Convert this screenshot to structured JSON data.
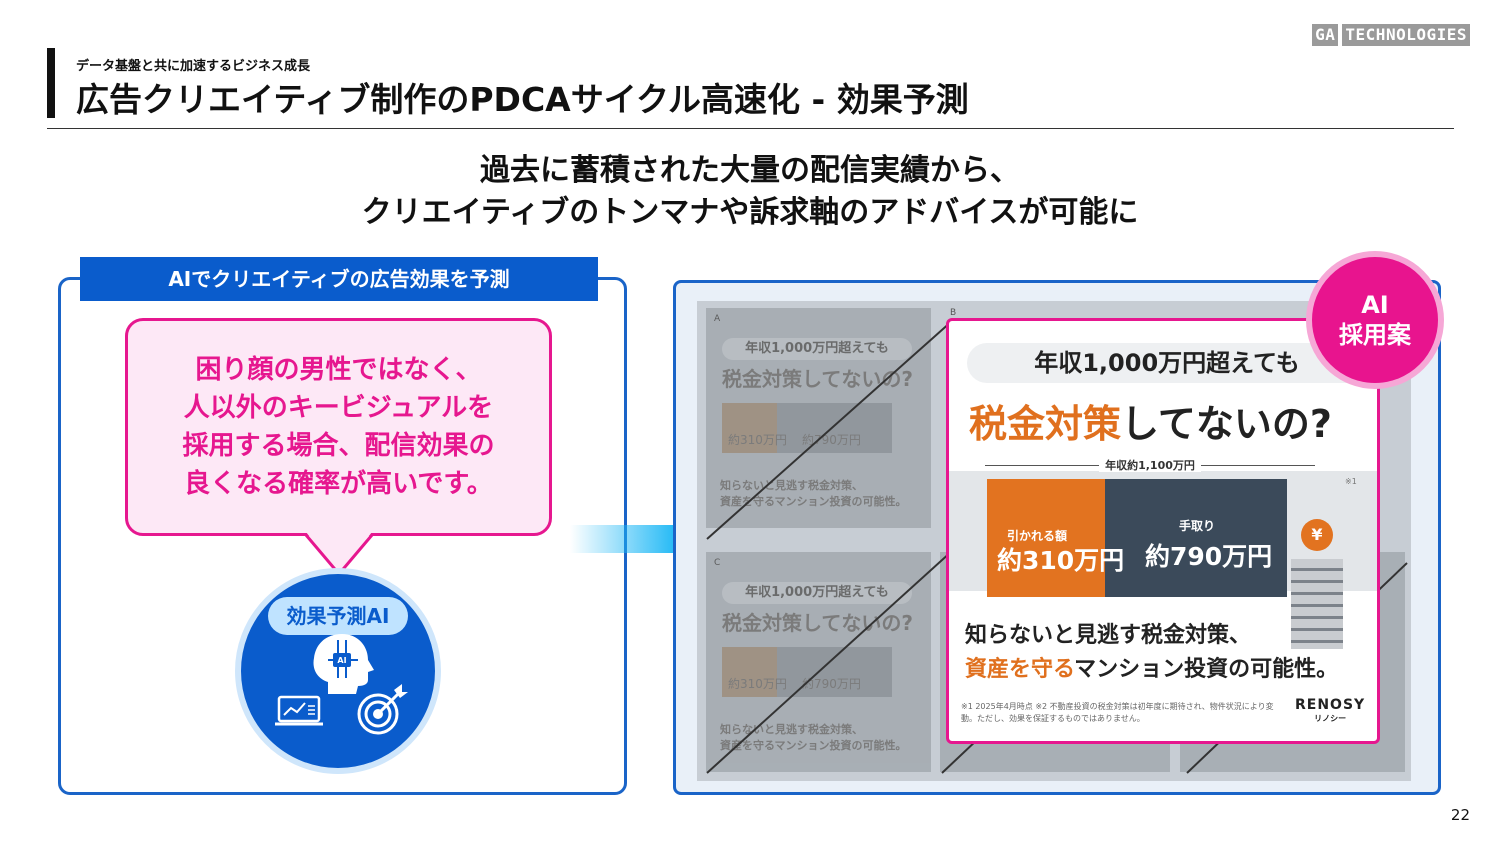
{
  "logo": {
    "part1": "GA",
    "part2": "TECHNOLOGIES"
  },
  "header": {
    "subtitle": "データ基盤と共に加速するビジネス成長",
    "title": "広告クリエイティブ制作のPDCAサイクル高速化 - 効果予測"
  },
  "headline": {
    "line1": "過去に蓄積された大量の配信実績から、",
    "line2": "クリエイティブのトンマナや訴求軸のアドバイスが可能に"
  },
  "left_panel": {
    "tag": "AIでクリエイティブの広告効果を予測",
    "bubble_text": "困り顔の男性ではなく、\n人以外のキービジュアルを\n採用する場合、配信効果の\n良くなる確率が高いです。",
    "ai_label": "効果予測AI",
    "ai_chip": "AI"
  },
  "right_panel": {
    "badge": "AI\n採用案",
    "mini_creatives": [
      {
        "letter": "A",
        "head": "年収1,000万円超えても",
        "big": "税金対策してないの?",
        "v1": "約310万円",
        "v2": "約790万円",
        "foot": "知らないと見逃す税金対策、\n資産を守るマンション投資の可能性。"
      },
      {
        "letter": "C",
        "head": "年収1,000万円超えても",
        "big": "税金対策してないの?",
        "v1": "約310万円",
        "v2": "約790万円",
        "foot": "知らないと見逃す税金対策、\n資産を守るマンション投資の可能性。"
      }
    ],
    "featured": {
      "letter": "B",
      "head": "年収1,000万円超えても",
      "big_highlight": "税金対策",
      "big_rest": "してないの?",
      "income": "年収約1,100万円",
      "note_mark": "※1",
      "deduct_label": "引かれる額",
      "deduct_value": "約310万円",
      "net_label": "手取り",
      "net_value": "約790万円",
      "coin": "¥",
      "foot1": "知らないと見逃す税金対策、",
      "foot2_highlight": "資産を守る",
      "foot2_rest": "マンション投資の可能性。",
      "note": "※1 2025年4月時点 ※2 不動産投資の税金対策は初年度に期待され、物件状況により変動。ただし、効果を保証するものではありません。",
      "brand": "RENOSY",
      "brand_sub": "リノシー"
    }
  },
  "page_number": "22",
  "colors": {
    "accent_blue": "#0a5ccc",
    "accent_pink": "#e6178f",
    "orange": "#e27320"
  }
}
